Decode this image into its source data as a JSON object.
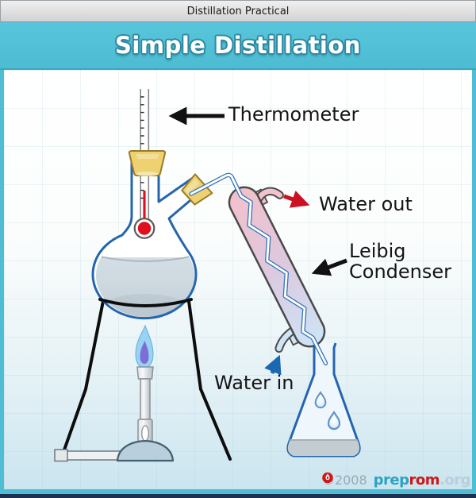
{
  "window": {
    "title": "Distillation Practical"
  },
  "header": {
    "title": "Simple Distillation"
  },
  "diagram": {
    "labels": {
      "thermometer": "Thermometer",
      "water_out": "Water out",
      "condenser_line1": "Leibig",
      "condenser_line2": "Condenser",
      "water_in": "Water in"
    },
    "parts": [
      "thermometer",
      "cork-bung",
      "round-bottom-flask",
      "side-arm-cork",
      "delivery-tube",
      "leibig-condenser",
      "water-out-nozzle",
      "water-in-nozzle",
      "conical-flask",
      "distillate-droplets",
      "tripod",
      "bunsen-burner",
      "gas-pipe"
    ],
    "colors": {
      "glass_outline": "#2565ae",
      "condenser_outline": "#4a4a4a",
      "condenser_hot": "#f3c0cb",
      "condenser_cool": "#cde4f6",
      "cork": "#eed272",
      "flask_liquid": "#ccd7de",
      "mercury": "#e01020",
      "flame_outer": "#93d2f2",
      "flame_inner": "#7d6ed6",
      "arrow_black": "#111111",
      "arrow_red": "#cc1022",
      "arrow_blue": "#1a67b2",
      "header_teal": "#4fbdd3",
      "footer_navy": "#1e3050"
    }
  },
  "footer": {
    "copyright": "©2008",
    "logo": {
      "prep": "prep",
      "r": "r",
      "om": "om",
      "domain": ".org"
    }
  }
}
